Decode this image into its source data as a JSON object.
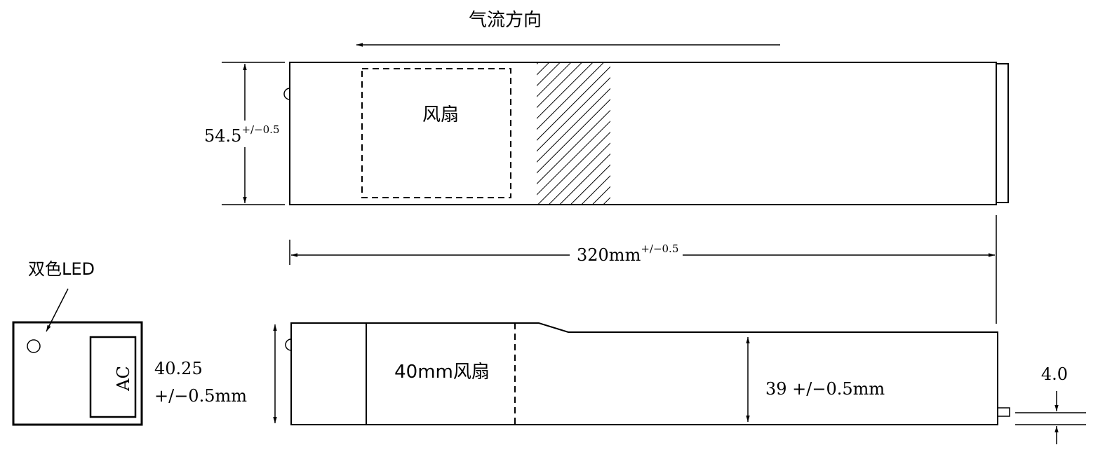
{
  "airflow_label": "气流方向",
  "top_view": {
    "fan_label": "风扇",
    "height_value": "54.5",
    "height_tolerance": "+/−0.5"
  },
  "length_dimension": {
    "value": "320mm",
    "tolerance": "+/−0.5"
  },
  "front_view": {
    "led_label": "双色LED",
    "connector_label": "AC",
    "height_line1": "40.25",
    "height_line2": "+/−0.5mm"
  },
  "side_view": {
    "fan_label": "40mm风扇",
    "height_label": "39 +/−0.5mm",
    "pin_dimension": "4.0"
  }
}
